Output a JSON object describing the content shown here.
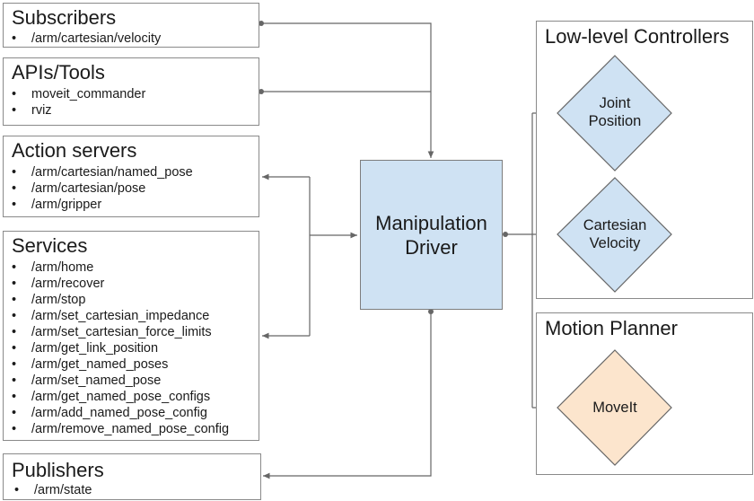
{
  "subscribers": {
    "title": "Subscribers",
    "items": [
      "/arm/cartesian/velocity"
    ]
  },
  "apis_tools": {
    "title": "APIs/Tools",
    "items": [
      "moveit_commander",
      "rviz"
    ]
  },
  "action_servers": {
    "title": "Action servers",
    "items": [
      "/arm/cartesian/named_pose",
      "/arm/cartesian/pose",
      "/arm/gripper"
    ]
  },
  "services": {
    "title": "Services",
    "items": [
      "/arm/home",
      "/arm/recover",
      "/arm/stop",
      "/arm/set_cartesian_impedance",
      "/arm/set_cartesian_force_limits",
      "/arm/get_link_position",
      "/arm/get_named_poses",
      "/arm/set_named_pose",
      "/arm/get_named_pose_configs",
      "/arm/add_named_pose_config",
      "/arm/remove_named_pose_config"
    ]
  },
  "publishers": {
    "title": "Publishers",
    "items": [
      "/arm/state"
    ]
  },
  "driver": {
    "line1": "Manipulation",
    "line2": "Driver"
  },
  "low_level": {
    "title": "Low-level Controllers",
    "joint": {
      "line1": "Joint",
      "line2": "Position"
    },
    "cartesian": {
      "line1": "Cartesian",
      "line2": "Velocity"
    }
  },
  "motion_planner": {
    "title": "Motion Planner",
    "moveit": "MoveIt"
  },
  "colors": {
    "driver_fill": "#cfe2f3",
    "controller_fill": "#cfe2f3",
    "planner_fill": "#fce5cd",
    "line": "#666666"
  }
}
